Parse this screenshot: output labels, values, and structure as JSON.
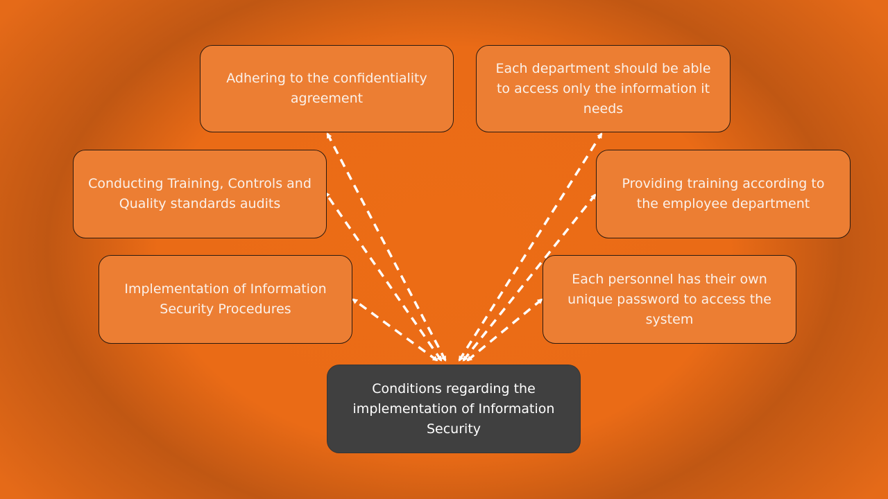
{
  "diagram": {
    "center": {
      "label": "Conditions regarding the implementation of Information Security"
    },
    "items": [
      {
        "id": "confidentiality",
        "label": "Adhering to the confidentiality agreement"
      },
      {
        "id": "department-access",
        "label": "Each department should be able to access only the information it needs"
      },
      {
        "id": "training-audits",
        "label": "Conducting Training, Controls and Quality standards audits"
      },
      {
        "id": "department-training",
        "label": "Providing training according to the employee department"
      },
      {
        "id": "security-procedures",
        "label": "Implementation of Information Security Procedures"
      },
      {
        "id": "unique-password",
        "label": "Each personnel has their own unique password to access the system"
      }
    ],
    "colors": {
      "background": "#ea6b16",
      "background_dark": "#c05713",
      "box_fill": "#ec7e33",
      "center_fill": "#404040",
      "text": "#fbf1ea",
      "arrow": "#ffffff"
    },
    "connector_style": "dashed-double-arrow"
  }
}
